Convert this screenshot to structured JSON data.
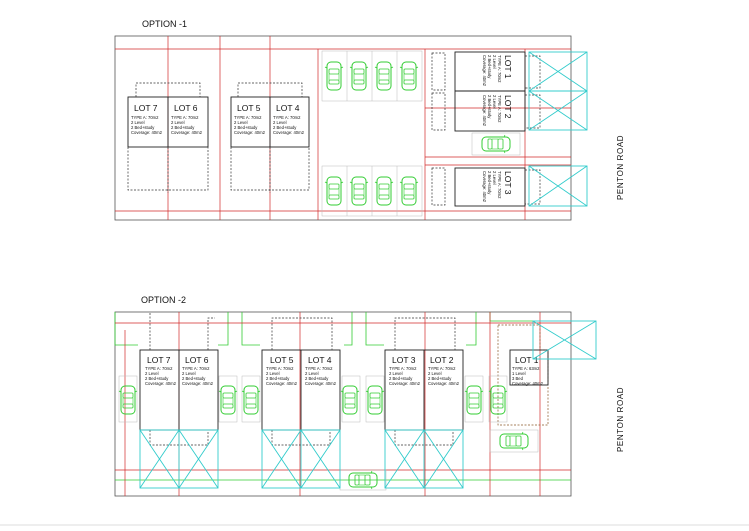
{
  "option1": {
    "title": "OPTION -1",
    "road": "PENTON ROAD",
    "lots": [
      {
        "name": "LOT 7",
        "type": "TYPE A: 70m2",
        "level": "2 Level",
        "bed": "2 Bed+study",
        "coverage": "Coverage: 40m2"
      },
      {
        "name": "LOT 6",
        "type": "TYPE A: 70m2",
        "level": "2 Level",
        "bed": "2 Bed+study",
        "coverage": "Coverage: 40m2"
      },
      {
        "name": "LOT 5",
        "type": "TYPE A: 70m2",
        "level": "2 Level",
        "bed": "2 Bed+study",
        "coverage": "Coverage: 40m2"
      },
      {
        "name": "LOT 4",
        "type": "TYPE A: 70m2",
        "level": "2 Level",
        "bed": "2 Bed+study",
        "coverage": "Coverage: 40m2"
      },
      {
        "name": "LOT 1",
        "type": "TYPE A: 70m2",
        "level": "2 Level",
        "bed": "2 Bed+study",
        "coverage": "Coverage: 40m2"
      },
      {
        "name": "LOT 2",
        "type": "TYPE A: 70m2",
        "level": "2 Level",
        "bed": "2 Bed+study",
        "coverage": "Coverage: 40m2"
      },
      {
        "name": "LOT 3",
        "type": "TYPE A: 70m2",
        "level": "2 Level",
        "bed": "2 Bed+study",
        "coverage": "Coverage: 40m2"
      }
    ]
  },
  "option2": {
    "title": "OPTION -2",
    "road": "PENTON ROAD",
    "lots": [
      {
        "name": "LOT 7",
        "type": "TYPE A: 70m2",
        "level": "2 Level",
        "bed": "2 Bed+study",
        "coverage": "Coverage: 40m2"
      },
      {
        "name": "LOT 6",
        "type": "TYPE A: 70m2",
        "level": "2 Level",
        "bed": "2 Bed+study",
        "coverage": "Coverage: 40m2"
      },
      {
        "name": "LOT 5",
        "type": "TYPE A: 70m2",
        "level": "2 Level",
        "bed": "2 Bed+study",
        "coverage": "Coverage: 40m2"
      },
      {
        "name": "LOT 4",
        "type": "TYPE A: 70m2",
        "level": "2 Level",
        "bed": "2 Bed+study",
        "coverage": "Coverage: 40m2"
      },
      {
        "name": "LOT 3",
        "type": "TYPE A: 70m2",
        "level": "2 Level",
        "bed": "2 Bed+study",
        "coverage": "Coverage: 40m2"
      },
      {
        "name": "LOT 2",
        "type": "TYPE A: 70m2",
        "level": "2 Level",
        "bed": "2 Bed+study",
        "coverage": "Coverage: 40m2"
      },
      {
        "name": "LOT 1",
        "type": "TYPE A: 63m2",
        "level": "1 Level",
        "bed": "3 Bed",
        "coverage": "Coverage: 40m2"
      }
    ]
  },
  "colors": {
    "boundary": "#555555",
    "red": "#d22a2a",
    "green": "#33cc33",
    "cyan": "#33cccc",
    "dashed": "#333333"
  }
}
